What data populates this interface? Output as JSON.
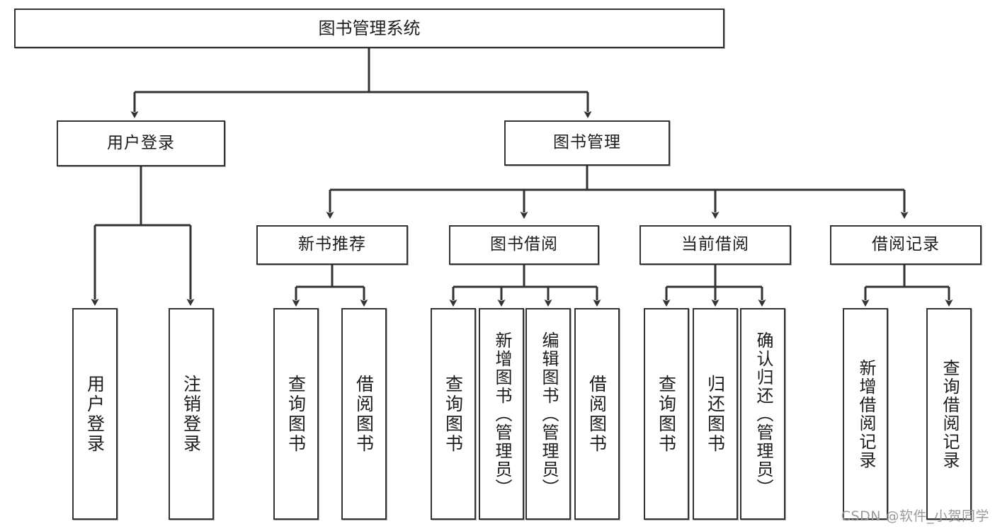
{
  "diagram": {
    "title": "图书管理系统",
    "type": "tree-hierarchy",
    "watermark": "CSDN @软件_小贺同学",
    "colors": {
      "box_border": "#333333",
      "box_fill": "#ffffff",
      "edge": "#333333",
      "text": "#1c1c1c",
      "watermark": "#9a9a9a"
    },
    "root": {
      "label": "图书管理系统"
    },
    "level2": [
      {
        "id": "user-login",
        "label": "用户登录"
      },
      {
        "id": "book-manage",
        "label": "图书管理"
      }
    ],
    "level3": [
      {
        "id": "new-book-recommend",
        "label": "新书推荐",
        "parent": "book-manage"
      },
      {
        "id": "book-borrow",
        "label": "图书借阅",
        "parent": "book-manage"
      },
      {
        "id": "current-borrow",
        "label": "当前借阅",
        "parent": "book-manage"
      },
      {
        "id": "borrow-record",
        "label": "借阅记录",
        "parent": "book-manage"
      }
    ],
    "leaves": [
      {
        "id": "leaf-user-login",
        "label": "用户登录",
        "parent": "user-login"
      },
      {
        "id": "leaf-user-logout",
        "label": "注销登录",
        "parent": "user-login"
      },
      {
        "id": "leaf-rec-query-book",
        "label": "查询图书",
        "parent": "new-book-recommend"
      },
      {
        "id": "leaf-rec-borrow-book",
        "label": "借阅图书",
        "parent": "new-book-recommend"
      },
      {
        "id": "leaf-borrow-query-book",
        "label": "查询图书",
        "parent": "book-borrow"
      },
      {
        "id": "leaf-borrow-add-book",
        "label": "新增图书（管理员）",
        "parent": "book-borrow"
      },
      {
        "id": "leaf-borrow-edit-book",
        "label": "编辑图书（管理员）",
        "parent": "book-borrow"
      },
      {
        "id": "leaf-borrow-borrow-book",
        "label": "借阅图书",
        "parent": "book-borrow"
      },
      {
        "id": "leaf-current-query-book",
        "label": "查询图书",
        "parent": "current-borrow"
      },
      {
        "id": "leaf-current-return-book",
        "label": "归还图书",
        "parent": "current-borrow"
      },
      {
        "id": "leaf-current-confirm-return",
        "label": "确认归还（管理员）",
        "parent": "current-borrow"
      },
      {
        "id": "leaf-record-add",
        "label": "新增借阅记录",
        "parent": "borrow-record"
      },
      {
        "id": "leaf-record-query",
        "label": "查询借阅记录",
        "parent": "borrow-record"
      }
    ]
  }
}
